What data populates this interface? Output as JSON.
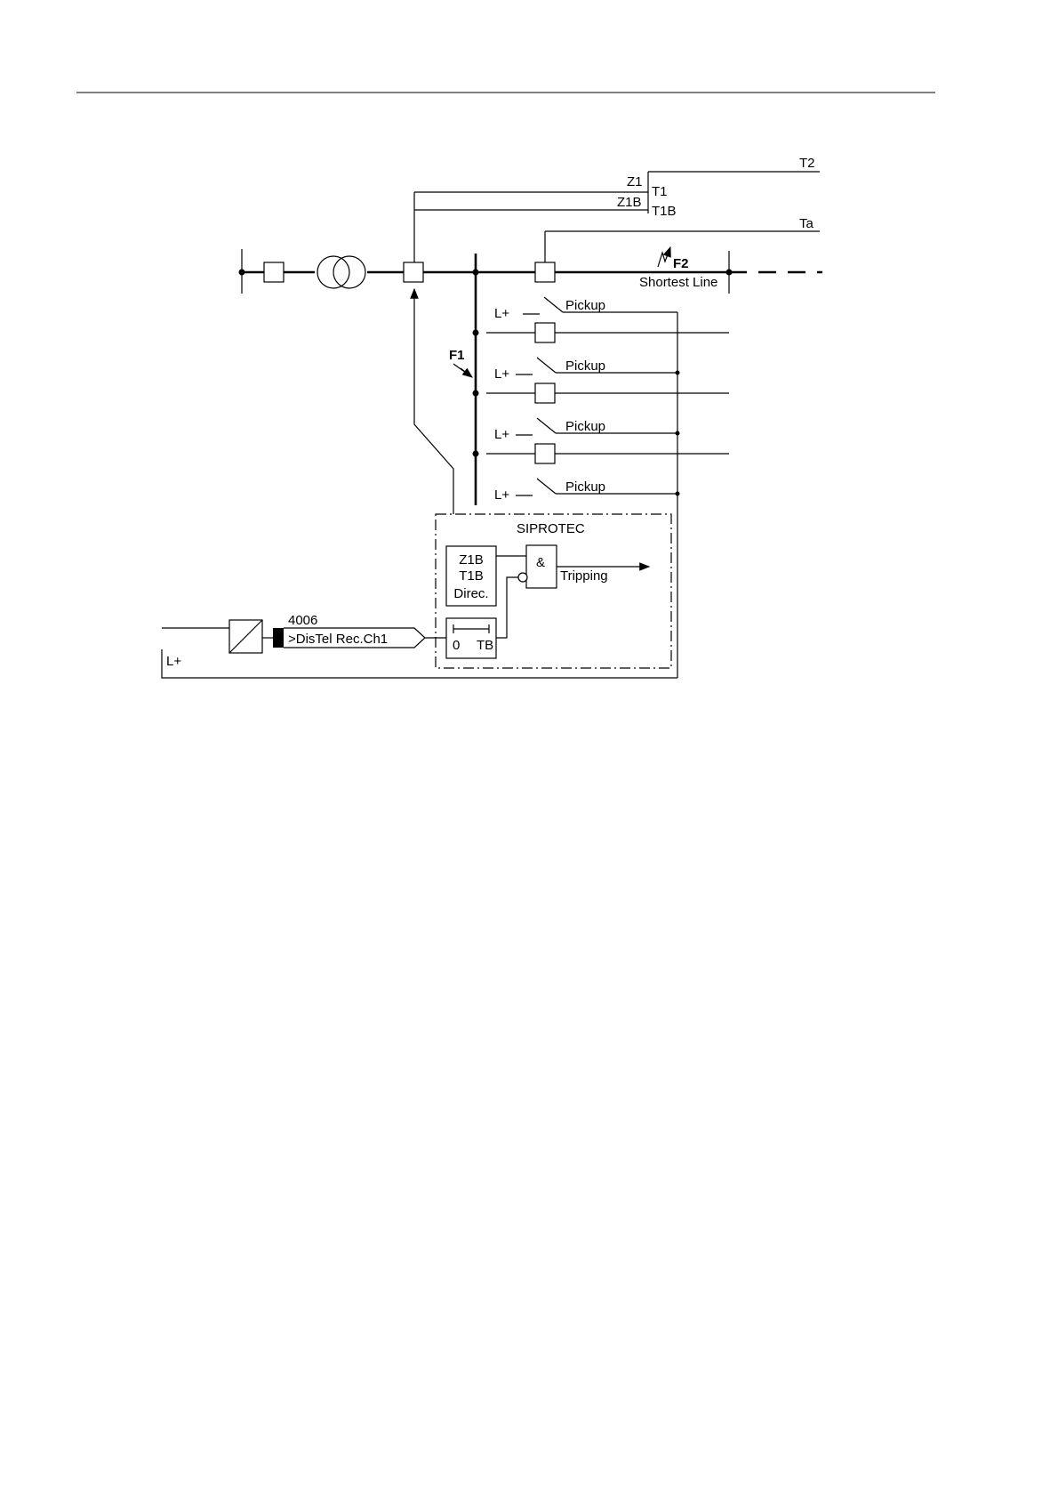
{
  "labels": {
    "t2": "T2",
    "z1": "Z1",
    "t1": "T1",
    "z1b": "Z1B",
    "t1b": "T1B",
    "ta": "Ta",
    "f2": "F2",
    "shortest_line": "Shortest Line",
    "f1": "F1",
    "lplus": "L+",
    "pickup": "Pickup",
    "siprotec": "SIPROTEC",
    "zone_z1b": "Z1B",
    "zone_t1b": "T1B",
    "zone_direc": "Direc.",
    "and_gate": "&",
    "tripping": "Tripping",
    "timer_zero": "0",
    "timer_tb": "TB",
    "addr": "4006",
    "binary_input": ">DisTel Rec.Ch1"
  }
}
